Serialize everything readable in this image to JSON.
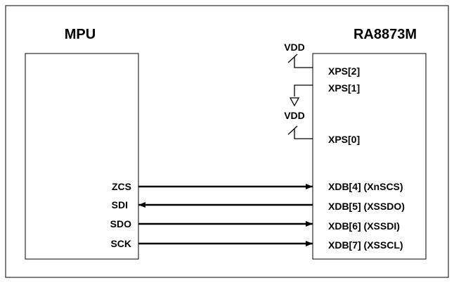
{
  "mpu": {
    "title": "MPU",
    "pins": [
      "ZCS",
      "SDI",
      "SDO",
      "SCK"
    ]
  },
  "controller": {
    "title": "RA8873M",
    "config_pins": [
      "XPS[2]",
      "XPS[1]",
      "XPS[0]"
    ],
    "data_pins": [
      "XDB[4] (XnSCS)",
      "XDB[5] (XSSDO)",
      "XDB[6] (XSSDI)",
      "XDB[7] (XSSCL)"
    ]
  },
  "power": {
    "vdd_top": "VDD",
    "vdd_bottom": "VDD"
  },
  "signals": [
    {
      "from": "ZCS",
      "to": "XDB[4] (XnSCS)",
      "direction": "mpu-to-controller"
    },
    {
      "from": "XDB[5] (XSSDO)",
      "to": "SDI",
      "direction": "controller-to-mpu"
    },
    {
      "from": "SDO",
      "to": "XDB[6] (XSSDI)",
      "direction": "mpu-to-controller"
    },
    {
      "from": "SCK",
      "to": "XDB[7] (XSSCL)",
      "direction": "mpu-to-controller"
    }
  ]
}
